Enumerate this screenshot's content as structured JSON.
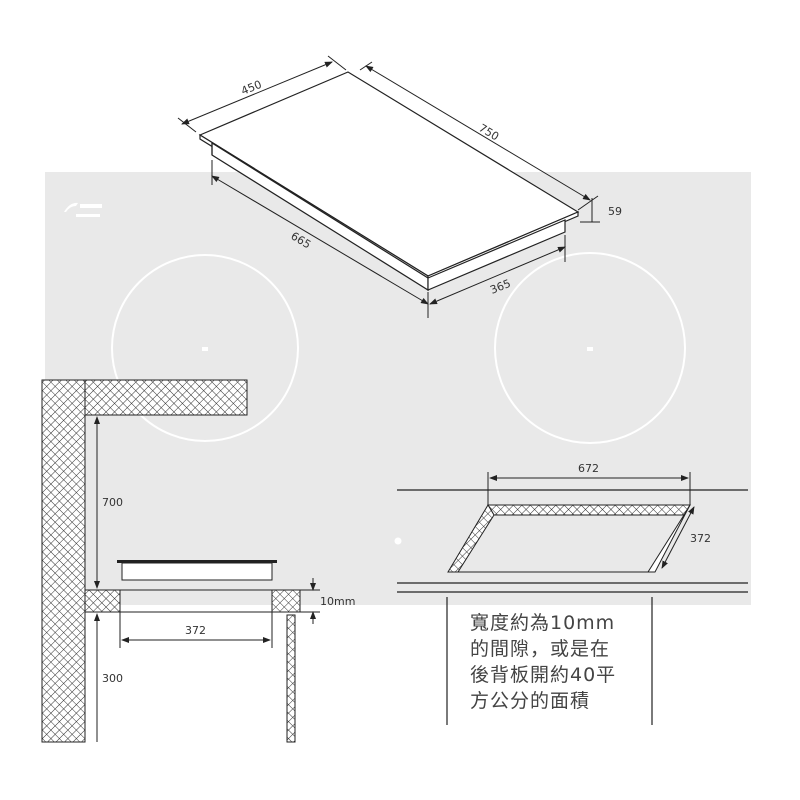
{
  "top_view": {
    "dim_width": "450",
    "dim_length": "750",
    "dim_height": "59",
    "dim_cutout_length": "665",
    "dim_cutout_width": "365"
  },
  "side_view": {
    "dim_upper_clearance": "700",
    "dim_cutout_depth": "372",
    "dim_gap": "10mm",
    "dim_lower": "300"
  },
  "cutout_view": {
    "dim_cutout_length": "672",
    "dim_cutout_depth": "372"
  },
  "note": {
    "lines": [
      "寬度約為10mm",
      "的間隙，或是在",
      "後背板開約40平",
      "方公分的面積"
    ]
  },
  "colors": {
    "panel": "#e9e9e9",
    "line": "#222222",
    "burner": "#ffffff"
  }
}
